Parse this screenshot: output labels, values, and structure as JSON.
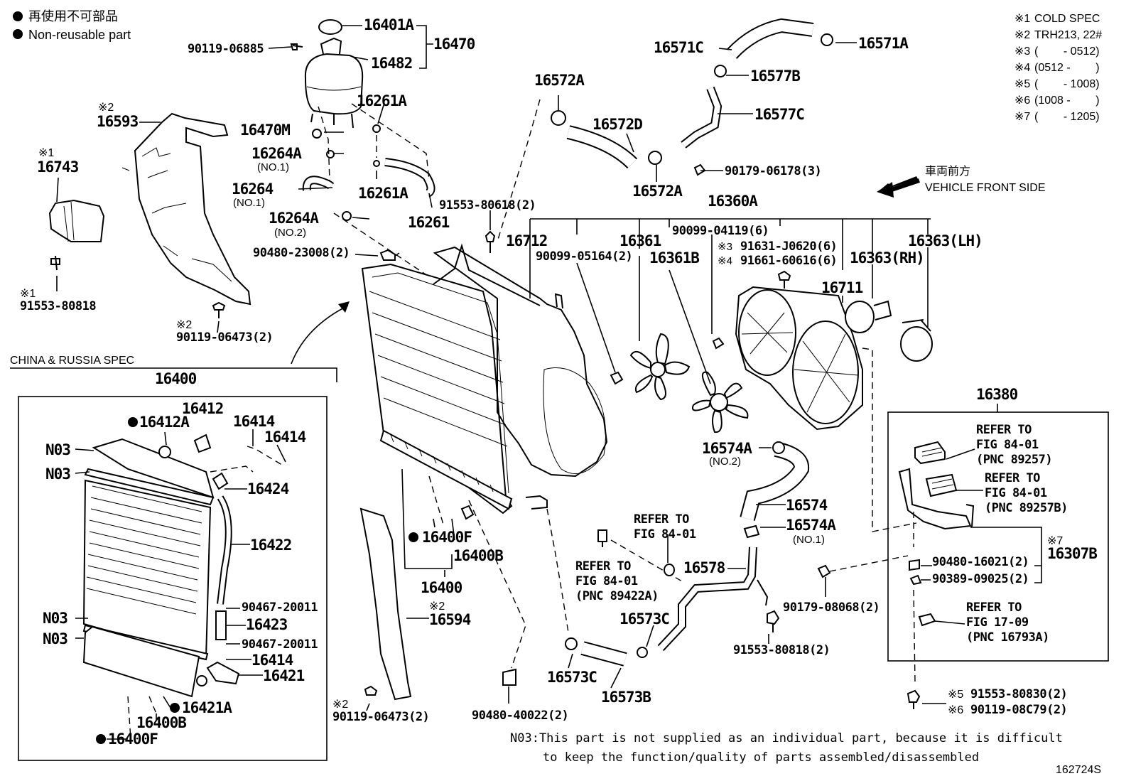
{
  "legend": {
    "reuse_jp": "再使用不可部品",
    "reuse_en": "Non-reusable part"
  },
  "notes": [
    {
      "mark": "※1",
      "text": "COLD SPEC"
    },
    {
      "mark": "※2",
      "text": "TRH213, 22#"
    },
    {
      "mark": "※3",
      "text": "(        - 0512)"
    },
    {
      "mark": "※4",
      "text": "(0512 -        )"
    },
    {
      "mark": "※5",
      "text": "(        - 1008)"
    },
    {
      "mark": "※6",
      "text": "(1008 -        )"
    },
    {
      "mark": "※7",
      "text": "(        - 1205)"
    }
  ],
  "front": {
    "jp": "車両前方",
    "en": "VEHICLE FRONT SIDE"
  },
  "china_spec": "CHINA & RUSSIA SPEC",
  "labels": {
    "l16401A": "16401A",
    "l16470": "16470",
    "l9011906885": "90119-06885",
    "l16482": "16482",
    "l16261A_a": "16261A",
    "l16470M": "16470M",
    "l16264A_a": "16264A",
    "no1_a": "(NO.1)",
    "l16264": "16264",
    "no1_b": "(NO.1)",
    "l16261A_b": "16261A",
    "l16264A_b": "16264A",
    "no2_a": "(NO.2)",
    "l16261": "16261",
    "l9048023008": "90480-23008(2)",
    "l9155380618": "91553-80618(2)",
    "l16593": "16593",
    "k2_a": "※2",
    "l16743": "16743",
    "k1_a": "※1",
    "k1_b": "※1",
    "l9155380818a": "91553-80818",
    "k2_b": "※2",
    "l9011906473a": "90119-06473(2)",
    "l16572A_a": "16572A",
    "l16572D": "16572D",
    "l16572A_b": "16572A",
    "l16571C": "16571C",
    "l16571A": "16571A",
    "l16577B": "16577B",
    "l16577C": "16577C",
    "l9017906178": "90179-06178(3)",
    "l16360A": "16360A",
    "l16712": "16712",
    "l9009905164": "90099-05164(2)",
    "l16361": "16361",
    "l9009904119": "90099-04119(6)",
    "k3": "※3",
    "l91631J0620": "91631-J0620(6)",
    "k4": "※4",
    "l9166160616": "91661-60616(6)",
    "l16361B": "16361B",
    "l16363RH": "16363(RH)",
    "l16363LH": "16363(LH)",
    "l16711": "16711",
    "l16400_top": "16400",
    "l16412": "16412",
    "l16412A": "16412A",
    "l16414_a": "16414",
    "l16414_b": "16414",
    "n03_a": "N03",
    "n03_b": "N03",
    "l16424": "16424",
    "l16422": "16422",
    "n03_c": "N03",
    "n03_d": "N03",
    "l9046720011a": "90467-20011",
    "l16423": "16423",
    "l9046720011b": "90467-20011",
    "l16414_c": "16414",
    "l16421": "16421",
    "l16421A": "16421A",
    "l16400B_a": "16400B",
    "l16400F_a": "16400F",
    "l16400F_b": "16400F",
    "l16400B_b": "16400B",
    "l16400_mid": "16400",
    "k2_c": "※2",
    "l16594": "16594",
    "k2_d": "※2",
    "l9011906473b": "90119-06473(2)",
    "l9048040022": "90480-40022(2)",
    "l16574A_a": "16574A",
    "no2_b": "(NO.2)",
    "l16574": "16574",
    "l16574A_b": "16574A",
    "no1_c": "(NO.1)",
    "refer_a1": "REFER TO",
    "refer_a2": "FIG 84-01",
    "refer_b1": "REFER TO",
    "refer_b2": "FIG 84-01",
    "refer_b3": "(PNC 89422A)",
    "l16578": "16578",
    "l16573C_a": "16573C",
    "l16573C_b": "16573C",
    "l16573B": "16573B",
    "l9155380818b": "91553-80818(2)",
    "l9017908068": "90179-08068(2)",
    "l16380": "16380",
    "refer_c1": "REFER TO",
    "refer_c2": "FIG 84-01",
    "refer_c3": "(PNC 89257)",
    "refer_d1": "REFER TO",
    "refer_d2": "FIG 84-01",
    "refer_d3": "(PNC 89257B)",
    "k7": "※7",
    "l16307B": "16307B",
    "l9048016021": "90480-16021(2)",
    "l9038909025": "90389-09025(2)",
    "refer_e1": "REFER TO",
    "refer_e2": "FIG 17-09",
    "refer_e3": "(PNC 16793A)",
    "k5": "※5",
    "l9155380830": "91553-80830(2)",
    "k6": "※6",
    "l9011908C79": "90119-08C79(2)"
  },
  "footnote": {
    "line1": "N03:This part is not supplied as an individual part, because it is difficult",
    "line2": "to keep the function/quality of parts assembled/disassembled"
  },
  "figure_id": "162724S"
}
